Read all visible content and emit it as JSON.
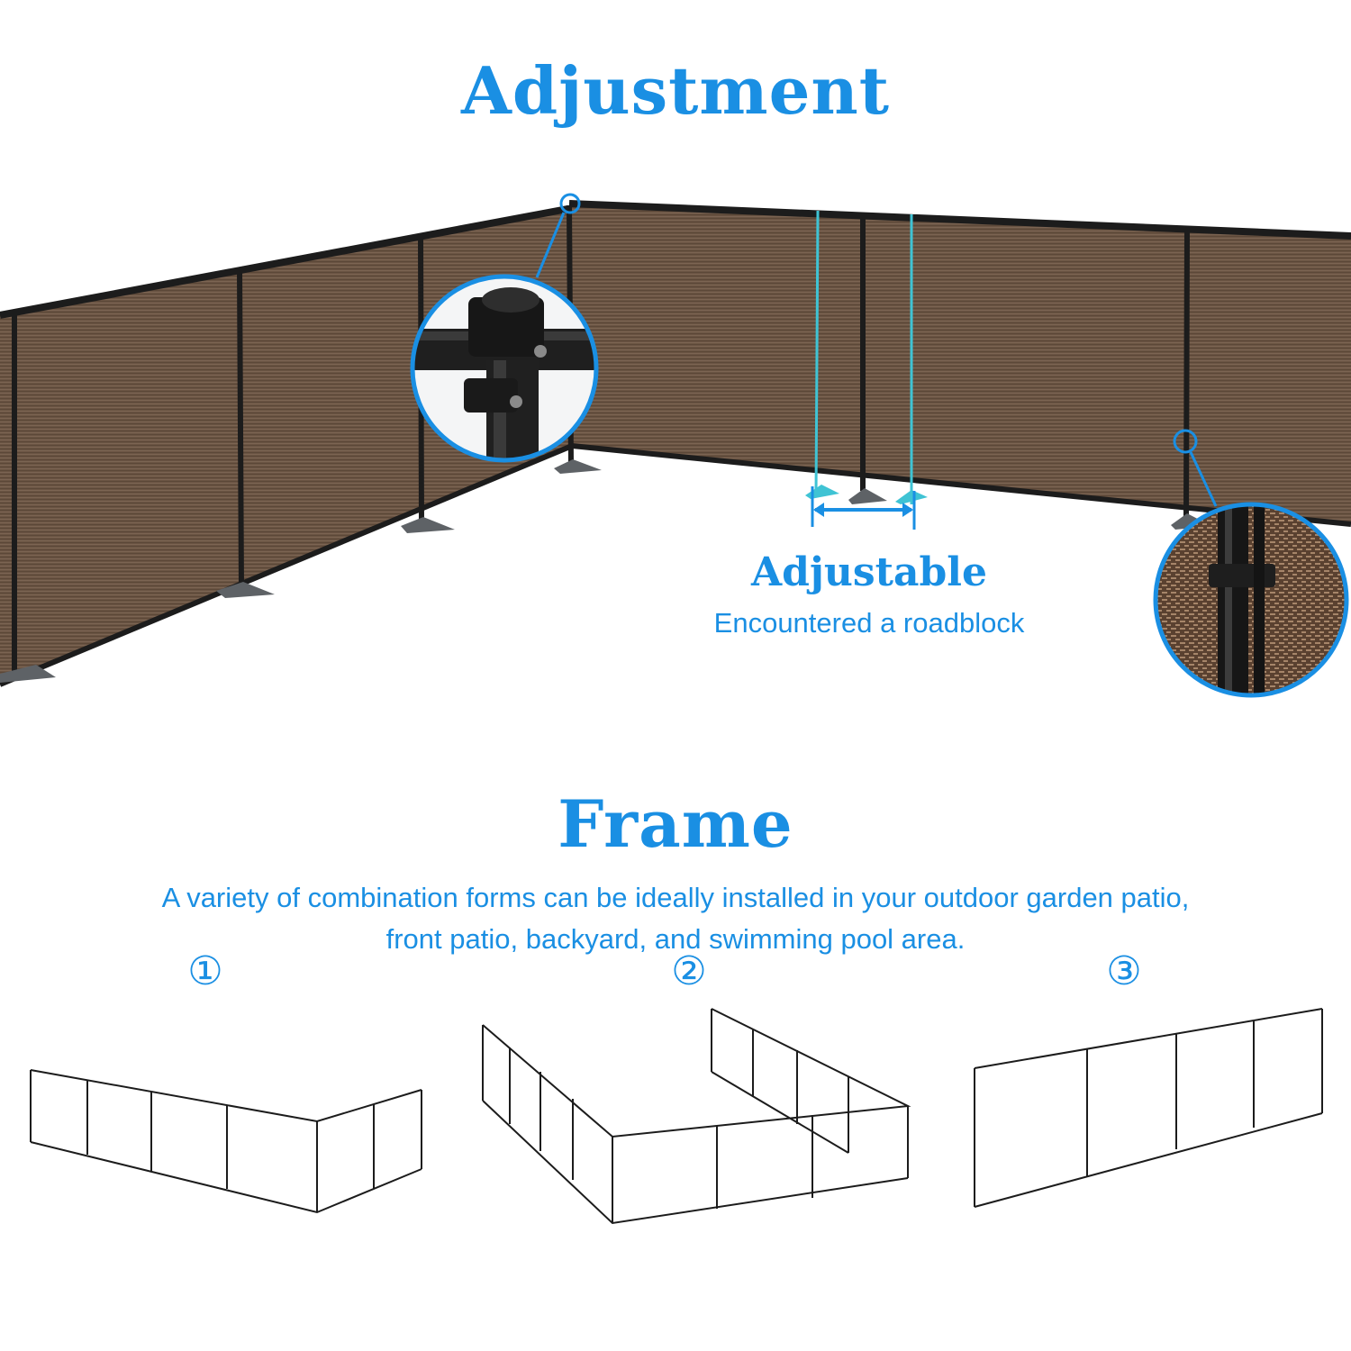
{
  "heading_adjustment": "Adjustment",
  "adjustable_label": "Adjustable",
  "adjustable_sub": "Encountered a roadblock",
  "heading_frame": "Frame",
  "frame_description": [
    "A variety of combination forms can be ideally installed in your outdoor garden patio,",
    "front patio, backyard, and swimming pool area."
  ],
  "layout_labels": [
    "①",
    "②",
    "③"
  ],
  "colors": {
    "accent": "#1a8fe3",
    "screen_brown": "#6a5443",
    "frame_black": "#1c1c1c",
    "foot_gray": "#5e6266",
    "marker_cyan": "#3fc3d4"
  },
  "icons": [
    "corner-joint-zoom",
    "clip-zoom"
  ]
}
